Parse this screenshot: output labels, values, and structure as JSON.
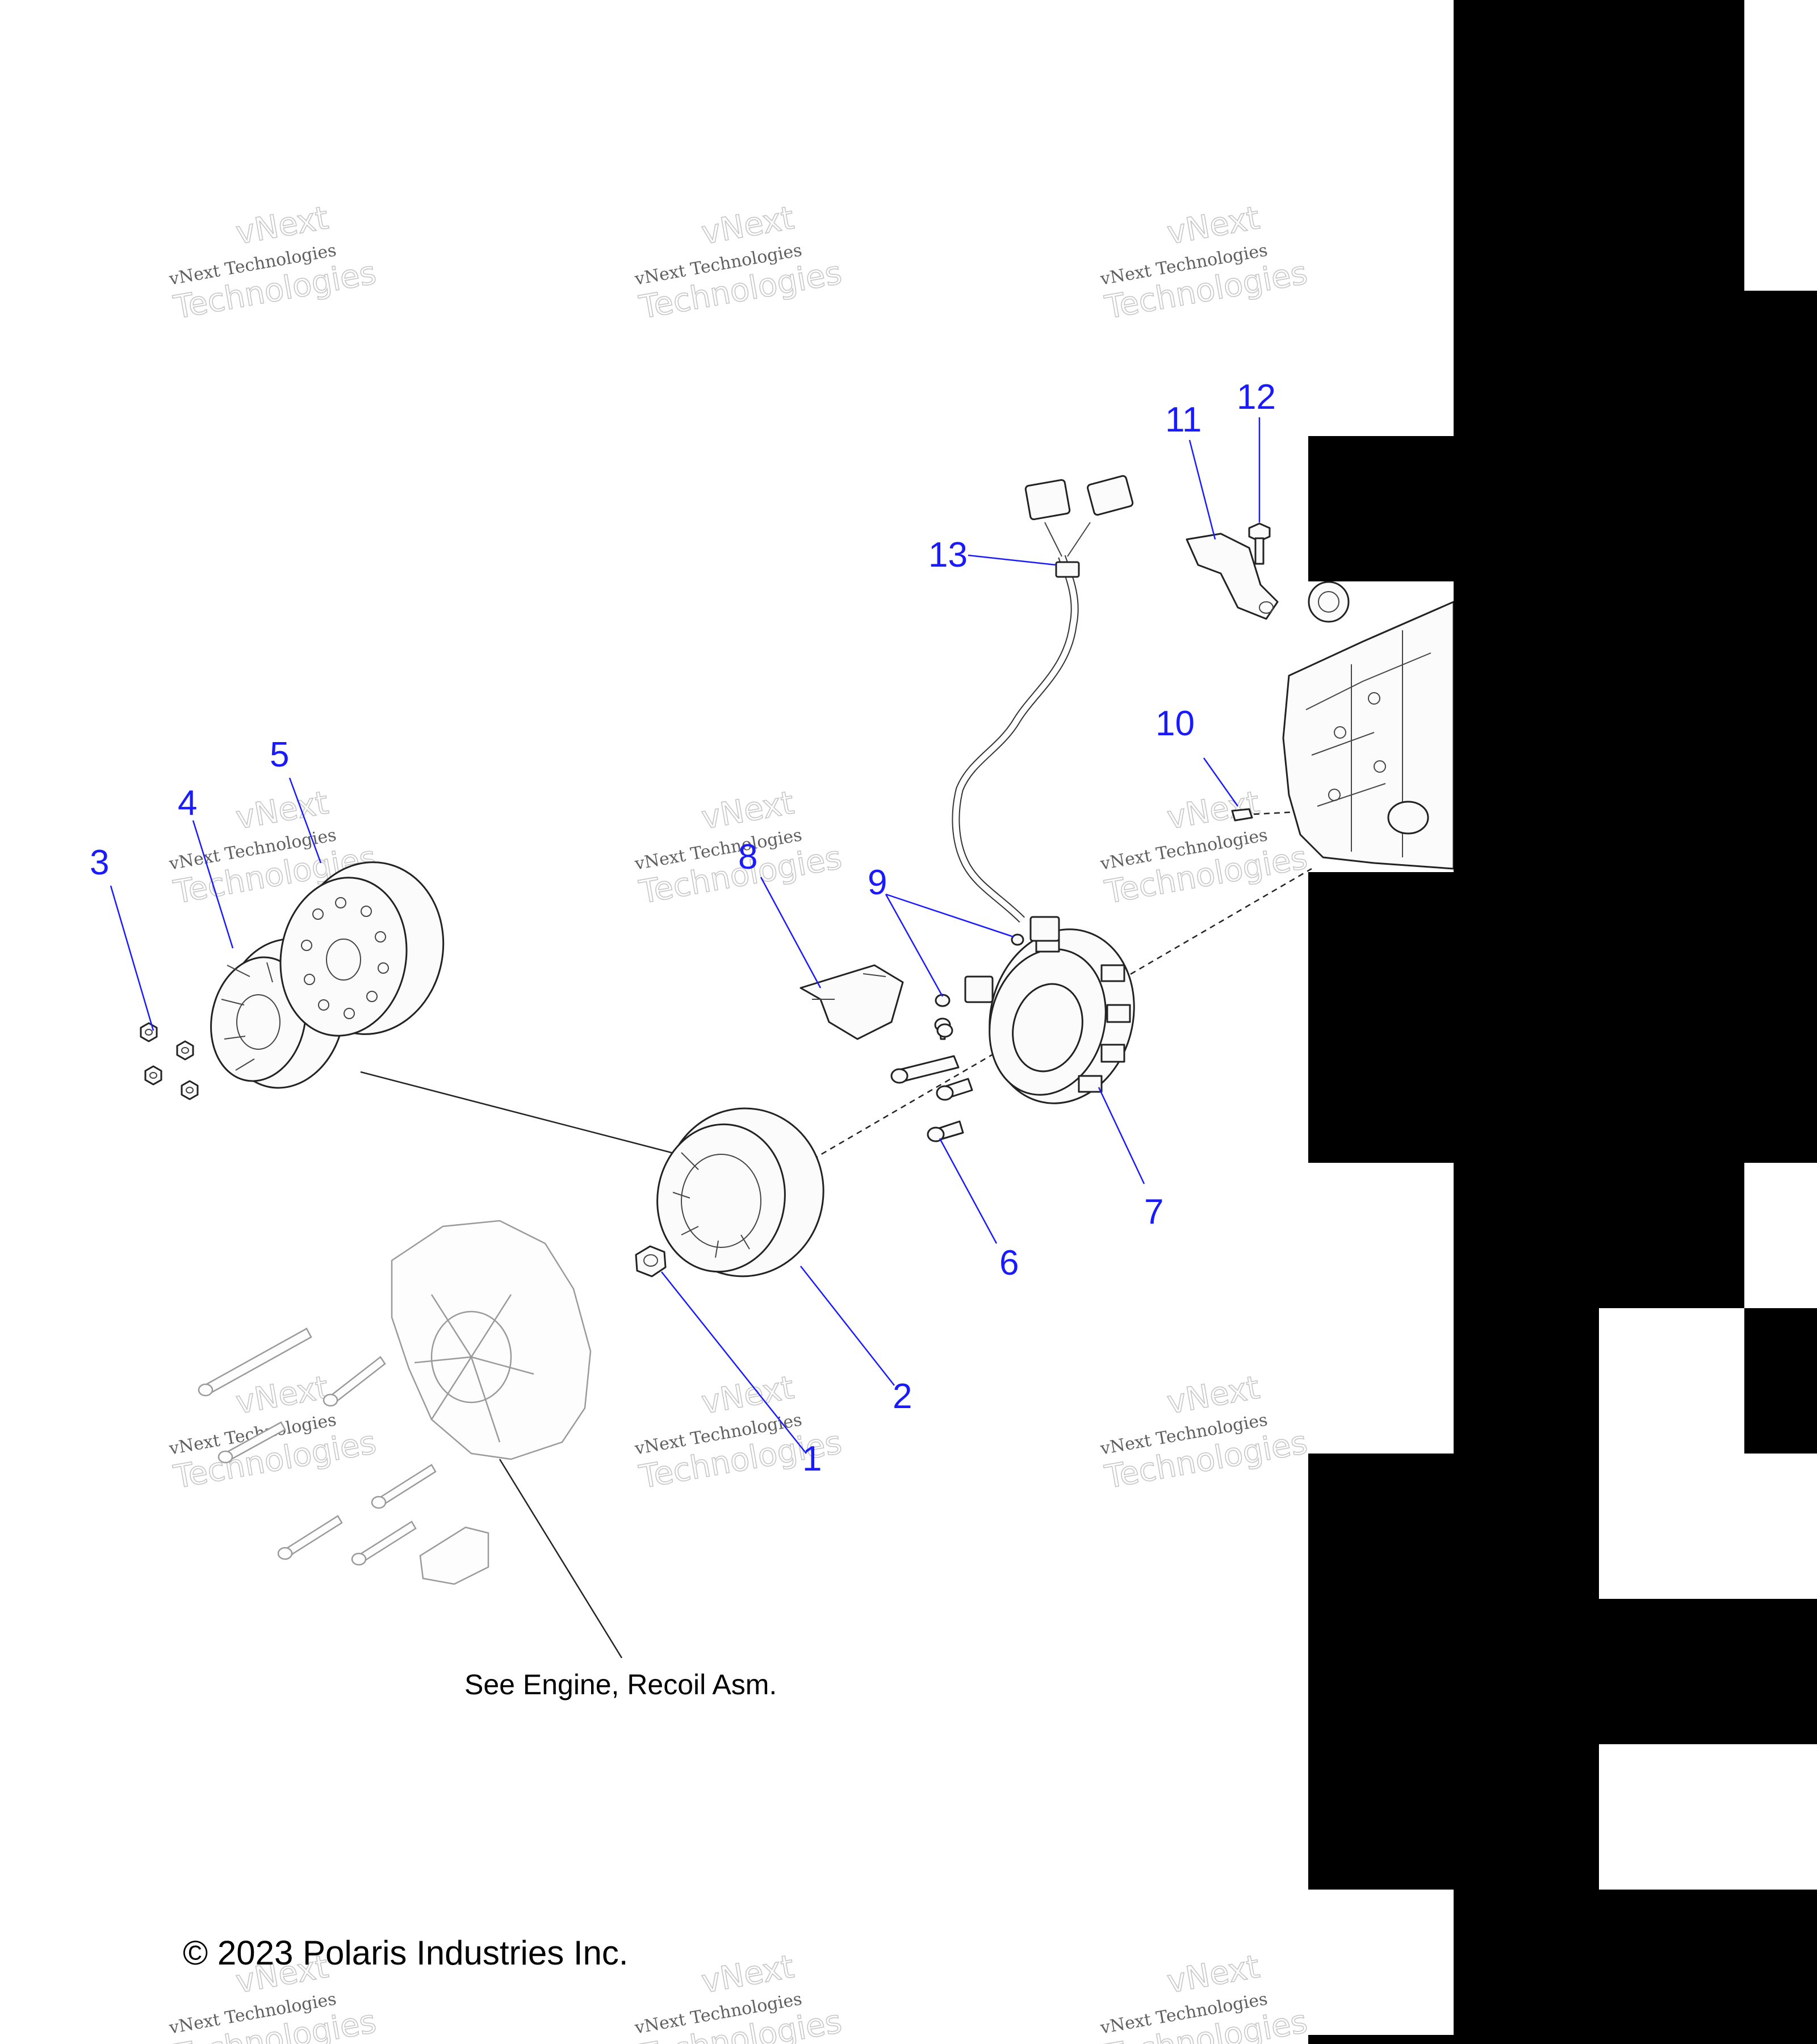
{
  "callouts": [
    {
      "id": "1",
      "label": "1"
    },
    {
      "id": "2",
      "label": "2"
    },
    {
      "id": "3",
      "label": "3"
    },
    {
      "id": "4",
      "label": "4"
    },
    {
      "id": "5",
      "label": "5"
    },
    {
      "id": "6",
      "label": "6"
    },
    {
      "id": "7",
      "label": "7"
    },
    {
      "id": "8",
      "label": "8"
    },
    {
      "id": "9",
      "label": "9"
    },
    {
      "id": "10",
      "label": "10"
    },
    {
      "id": "11",
      "label": "11"
    },
    {
      "id": "12",
      "label": "12"
    },
    {
      "id": "13",
      "label": "13"
    }
  ],
  "reference_note": "See Engine, Recoil Asm.",
  "copyright": "© 2023 Polaris Industries Inc.",
  "watermark": {
    "small_text": "vNext Technologies",
    "large_line1": "vNext",
    "large_line2": "Technologies"
  },
  "colors": {
    "callout": "#1a1aff",
    "line_art": "#222222",
    "background": "#ffffff",
    "mask": "#000000"
  }
}
